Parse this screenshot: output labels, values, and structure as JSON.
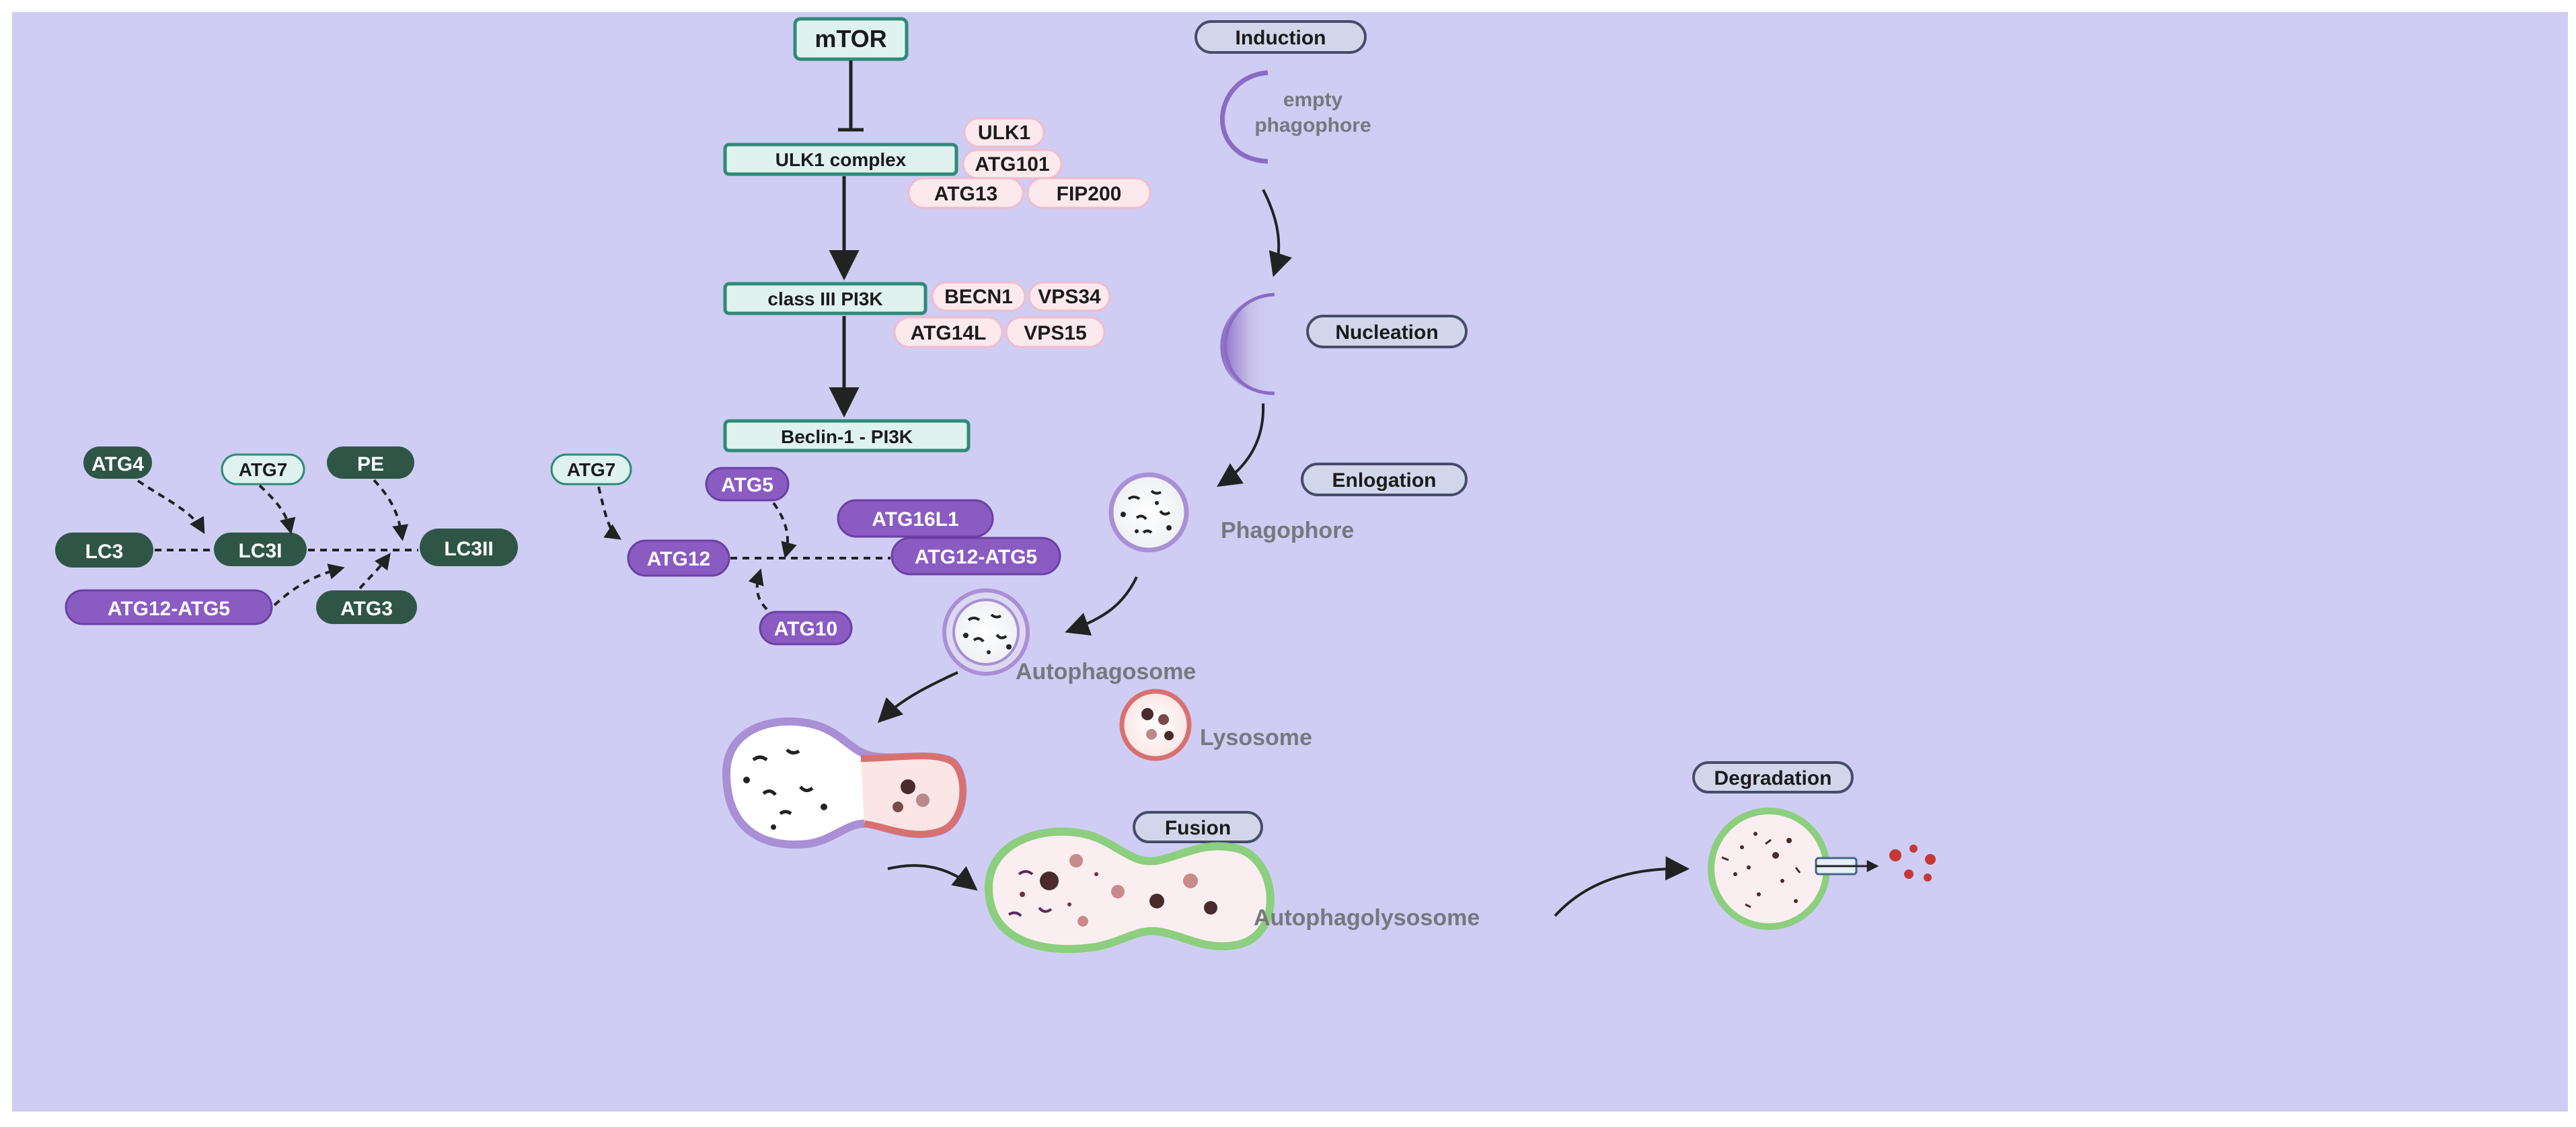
{
  "colors": {
    "background": "#cfcdf3",
    "teal_fill": "#dff2ee",
    "teal_stroke": "#2e8a78",
    "pink_fill": "#fbe9ee",
    "pink_stroke": "#f2bccb",
    "dark_green": "#2f5547",
    "purple": "#8a5cc2",
    "stage_fill": "#d2d6ea",
    "stage_stroke": "#454c6a",
    "grey_text": "#77777f",
    "lysosome_red": "#d87070",
    "fusion_green": "#8ccf7e"
  },
  "stages": {
    "induction": "Induction",
    "nucleation": "Nucleation",
    "enlogation": "Enlogation",
    "fusion": "Fusion",
    "degradation": "Degradation"
  },
  "structures": {
    "empty_phagophore_line1": "empty",
    "empty_phagophore_line2": "phagophore",
    "phagophore": "Phagophore",
    "autophagosome": "Autophagosome",
    "lysosome": "Lysosome",
    "autophagolysosome": "Autophagolysosome"
  },
  "pathway": {
    "mtor": "mTOR",
    "ulk1_complex": "ULK1 complex",
    "ulk1_members": [
      "ULK1",
      "ATG101",
      "ATG13",
      "FIP200"
    ],
    "class3_pi3k": "class III PI3K",
    "pi3k_members": [
      "BECN1",
      "VPS34",
      "ATG14L",
      "VPS15"
    ],
    "beclin_pi3k": "Beclin-1 - PI3K"
  },
  "conjugation_lc3": {
    "atg4": "ATG4",
    "atg7": "ATG7",
    "pe": "PE",
    "lc3": "LC3",
    "lc3i": "LC3I",
    "lc3ii": "LC3II",
    "atg12_atg5": "ATG12-ATG5",
    "atg3": "ATG3"
  },
  "conjugation_atg12": {
    "atg7": "ATG7",
    "atg5": "ATG5",
    "atg16l1": "ATG16L1",
    "atg12": "ATG12",
    "atg12_atg5": "ATG12-ATG5",
    "atg10": "ATG10"
  }
}
